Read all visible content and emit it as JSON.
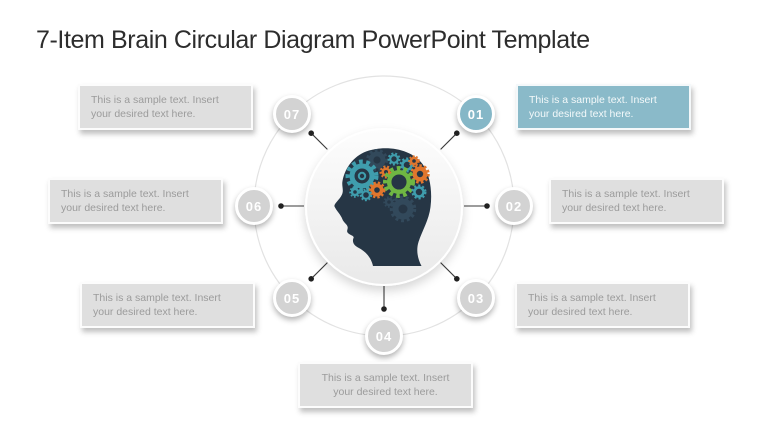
{
  "slide": {
    "title": "7-Item Brain Circular Diagram PowerPoint Template",
    "background": "#ffffff"
  },
  "colors": {
    "accent_teal": "#85b7c7",
    "accent_teal_box": "#8abac9",
    "node_gray": "#d3d3d3",
    "box_gray": "#dfdfdf",
    "box_text_gray": "#9b9b9b",
    "title_text": "#2d2d2d",
    "head_navy": "#263645",
    "gear_teal": "#3f9dad",
    "gear_orange": "#e1762d",
    "gear_green": "#6fb643",
    "gear_slate": "#32495b",
    "ring_gray": "#e2e2e2",
    "spoke_dark": "#3a3a3a"
  },
  "diagram": {
    "center_icon": "head-with-gears",
    "items": [
      {
        "number": "01",
        "highlighted": true,
        "text": "This is a sample text. Insert your desired text here."
      },
      {
        "number": "02",
        "highlighted": false,
        "text": "This is a sample text. Insert your desired text here."
      },
      {
        "number": "03",
        "highlighted": false,
        "text": "This is a sample text. Insert your desired text here."
      },
      {
        "number": "04",
        "highlighted": false,
        "text": "This is a sample text. Insert your desired text here."
      },
      {
        "number": "05",
        "highlighted": false,
        "text": "This is a sample text. Insert your desired text here."
      },
      {
        "number": "06",
        "highlighted": false,
        "text": "This is a sample text. Insert your desired text here."
      },
      {
        "number": "07",
        "highlighted": false,
        "text": "This is a sample text. Insert your desired text here."
      }
    ]
  }
}
